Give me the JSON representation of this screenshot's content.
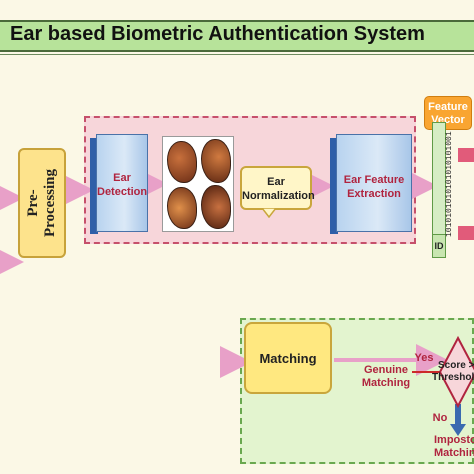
{
  "title": "Ear based Biometric Authentication  System",
  "preprocessing": {
    "line1": "Pre-",
    "line2": "Processing"
  },
  "ear_detection": {
    "line1": "Ear",
    "line2": "Detection"
  },
  "ear_normalization": {
    "line1": "Ear",
    "line2": "Normalization"
  },
  "ear_feature_extraction": {
    "line1": "Ear Feature",
    "line2": "Extraction"
  },
  "feature_vector": {
    "line1": "Feature",
    "line2": "Vector",
    "bits": "1010101010101010101001",
    "id": "ID"
  },
  "matching": {
    "label": "Matching"
  },
  "decision": {
    "line1": "Score >",
    "line2": "Threshold"
  },
  "yes": "Yes",
  "no": "No",
  "genuine": {
    "line1": "Genuine",
    "line2": "Matching"
  },
  "impostor": {
    "line1": "Impostor",
    "line2": "Matching"
  },
  "colors": {
    "panel_pink": "#f7d6da",
    "panel_green": "#e3f4cf",
    "arrow": "#e8a0c8",
    "label_red": "#b0243f",
    "title_bar": "#b7e39a"
  }
}
